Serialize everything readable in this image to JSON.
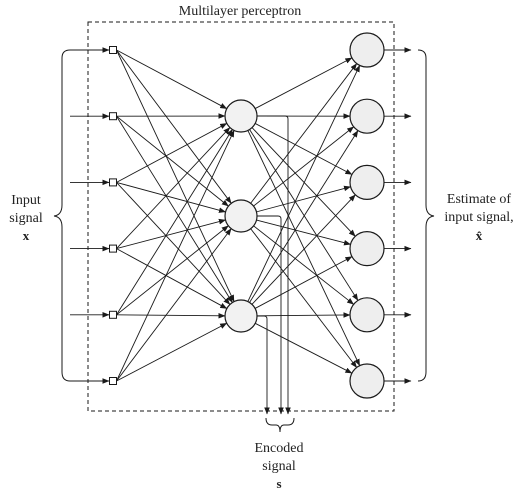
{
  "title": "Multilayer perceptron",
  "input_label": {
    "line1": "Input",
    "line2": "signal",
    "symbol": "x"
  },
  "output_label": {
    "line1": "Estimate of",
    "line2": "input signal,",
    "symbol": "x̂"
  },
  "encoded_label": {
    "line1": "Encoded",
    "line2": "signal",
    "symbol": "s"
  },
  "layers": {
    "input_nodes": 6,
    "hidden_nodes": 3,
    "output_nodes": 6
  },
  "colors": {
    "ink": "#1a1a1a",
    "node_fill": "#eeeeee"
  }
}
